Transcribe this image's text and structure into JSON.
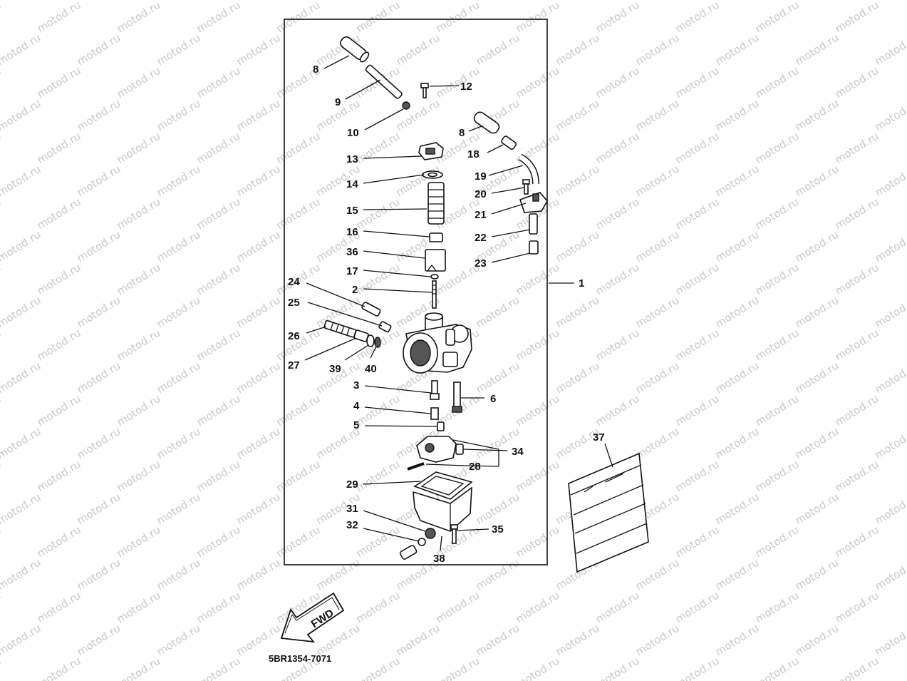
{
  "watermark": "motod.ru",
  "diagram_code": "5BR1354-7071",
  "fwd_label": "FWD",
  "callouts": [
    {
      "id": "8",
      "text": "8"
    },
    {
      "id": "9",
      "text": "9"
    },
    {
      "id": "10",
      "text": "10"
    },
    {
      "id": "12",
      "text": "12"
    },
    {
      "id": "8b",
      "text": "8"
    },
    {
      "id": "18",
      "text": "18"
    },
    {
      "id": "13",
      "text": "13"
    },
    {
      "id": "14",
      "text": "14"
    },
    {
      "id": "19",
      "text": "19"
    },
    {
      "id": "20",
      "text": "20"
    },
    {
      "id": "15",
      "text": "15"
    },
    {
      "id": "21",
      "text": "21"
    },
    {
      "id": "16",
      "text": "16"
    },
    {
      "id": "22",
      "text": "22"
    },
    {
      "id": "36",
      "text": "36"
    },
    {
      "id": "23",
      "text": "23"
    },
    {
      "id": "17",
      "text": "17"
    },
    {
      "id": "24",
      "text": "24"
    },
    {
      "id": "1",
      "text": "1"
    },
    {
      "id": "2",
      "text": "2"
    },
    {
      "id": "25",
      "text": "25"
    },
    {
      "id": "26",
      "text": "26"
    },
    {
      "id": "27",
      "text": "27"
    },
    {
      "id": "39",
      "text": "39"
    },
    {
      "id": "40",
      "text": "40"
    },
    {
      "id": "3",
      "text": "3"
    },
    {
      "id": "6",
      "text": "6"
    },
    {
      "id": "4",
      "text": "4"
    },
    {
      "id": "5",
      "text": "5"
    },
    {
      "id": "37",
      "text": "37"
    },
    {
      "id": "34",
      "text": "34"
    },
    {
      "id": "28",
      "text": "28"
    },
    {
      "id": "29",
      "text": "29"
    },
    {
      "id": "31",
      "text": "31"
    },
    {
      "id": "35",
      "text": "35"
    },
    {
      "id": "32",
      "text": "32"
    },
    {
      "id": "38",
      "text": "38"
    }
  ]
}
